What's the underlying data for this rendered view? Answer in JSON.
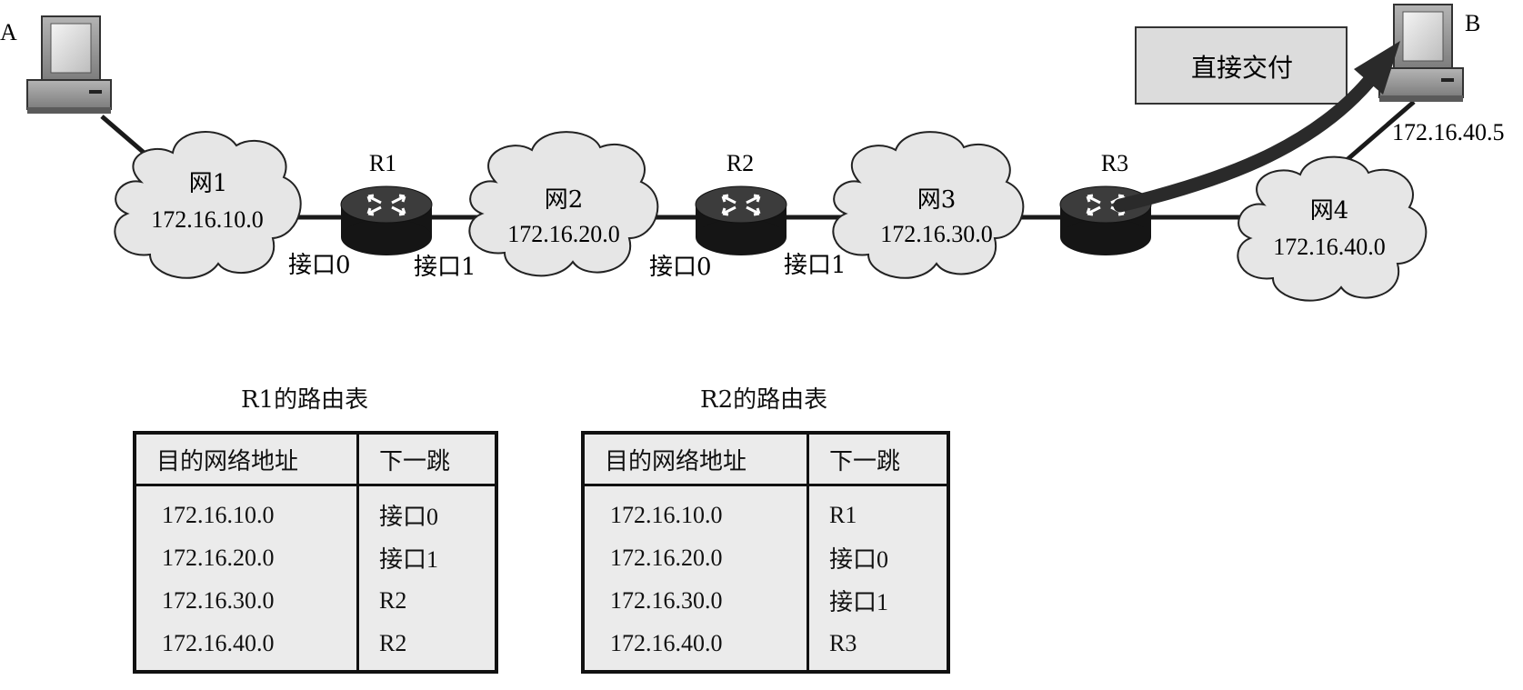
{
  "hosts": [
    {
      "id": "A",
      "label": "A",
      "ip": ""
    },
    {
      "id": "B",
      "label": "B",
      "ip": "172.16.40.5"
    }
  ],
  "routers": [
    {
      "id": "R1",
      "label": "R1"
    },
    {
      "id": "R2",
      "label": "R2"
    },
    {
      "id": "R3",
      "label": "R3"
    }
  ],
  "networks": [
    {
      "id": "net1",
      "name": "网1",
      "address": "172.16.10.0"
    },
    {
      "id": "net2",
      "name": "网2",
      "address": "172.16.20.0"
    },
    {
      "id": "net3",
      "name": "网3",
      "address": "172.16.30.0"
    },
    {
      "id": "net4",
      "name": "网4",
      "address": "172.16.40.0"
    }
  ],
  "interfaces": {
    "r1_if0": "接口0",
    "r1_if1": "接口1",
    "r2_if0": "接口0",
    "r2_if1": "接口1"
  },
  "callout": {
    "label": "直接交付"
  },
  "tables": [
    {
      "title": "R1的路由表",
      "headers": [
        "目的网络地址",
        "下一跳"
      ],
      "rows": [
        [
          "172.16.10.0",
          "接口0"
        ],
        [
          "172.16.20.0",
          "接口1"
        ],
        [
          "172.16.30.0",
          "R2"
        ],
        [
          "172.16.40.0",
          "R2"
        ]
      ]
    },
    {
      "title": "R2的路由表",
      "headers": [
        "目的网络地址",
        "下一跳"
      ],
      "rows": [
        [
          "172.16.10.0",
          "R1"
        ],
        [
          "172.16.20.0",
          "接口0"
        ],
        [
          "172.16.30.0",
          "接口1"
        ],
        [
          "172.16.40.0",
          "R3"
        ]
      ]
    }
  ],
  "colors": {
    "cloud_fill": "#e6e6e6",
    "router_top": "#3c3c3c",
    "router_body": "#151515",
    "callout_fill": "#dcdcdc",
    "arrow": "#2a2a2a",
    "table_fill": "#ebebeb"
  }
}
